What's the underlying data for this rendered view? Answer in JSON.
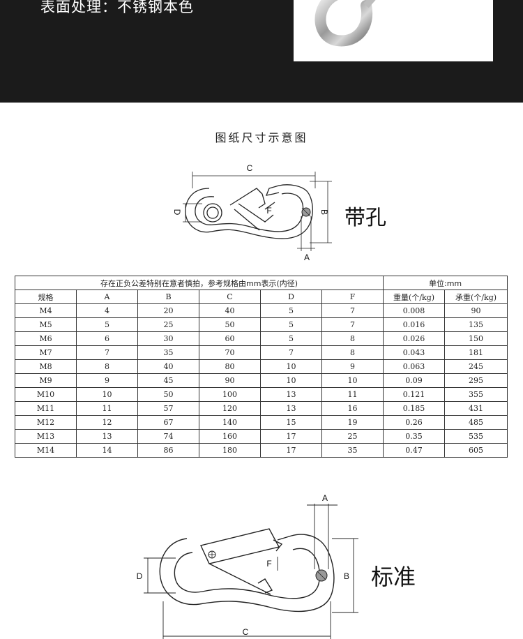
{
  "top": {
    "surface_label": "表面处理：不锈钢本色"
  },
  "drawing_title": "图纸尺寸示意图",
  "diagram_holed": {
    "name": "带孔",
    "labels": {
      "A": "A",
      "B": "B",
      "C": "C",
      "D": "D",
      "F": "F"
    }
  },
  "table": {
    "note": "存在正负公差特别在意者慎拍，参考规格由mm表示(内径)",
    "unit": "单位:mm",
    "headers": [
      "规格",
      "A",
      "B",
      "C",
      "D",
      "F",
      "重量(个/kg)",
      "承重(个/kg)"
    ],
    "rows": [
      [
        "M4",
        "4",
        "20",
        "40",
        "5",
        "7",
        "0.008",
        "90"
      ],
      [
        "M5",
        "5",
        "25",
        "50",
        "5",
        "7",
        "0.016",
        "135"
      ],
      [
        "M6",
        "6",
        "30",
        "60",
        "5",
        "8",
        "0.026",
        "150"
      ],
      [
        "M7",
        "7",
        "35",
        "70",
        "7",
        "8",
        "0.043",
        "181"
      ],
      [
        "M8",
        "8",
        "40",
        "80",
        "10",
        "9",
        "0.063",
        "245"
      ],
      [
        "M9",
        "9",
        "45",
        "90",
        "10",
        "10",
        "0.09",
        "295"
      ],
      [
        "M10",
        "10",
        "50",
        "100",
        "13",
        "11",
        "0.121",
        "355"
      ],
      [
        "M11",
        "11",
        "57",
        "120",
        "13",
        "16",
        "0.185",
        "431"
      ],
      [
        "M12",
        "12",
        "67",
        "140",
        "15",
        "19",
        "0.26",
        "485"
      ],
      [
        "M13",
        "13",
        "74",
        "160",
        "17",
        "25",
        "0.35",
        "535"
      ],
      [
        "M14",
        "14",
        "86",
        "180",
        "17",
        "35",
        "0.47",
        "605"
      ]
    ]
  },
  "diagram_standard": {
    "name": "标准",
    "labels": {
      "A": "A",
      "B": "B",
      "C": "C",
      "D": "D",
      "F": "F"
    }
  }
}
